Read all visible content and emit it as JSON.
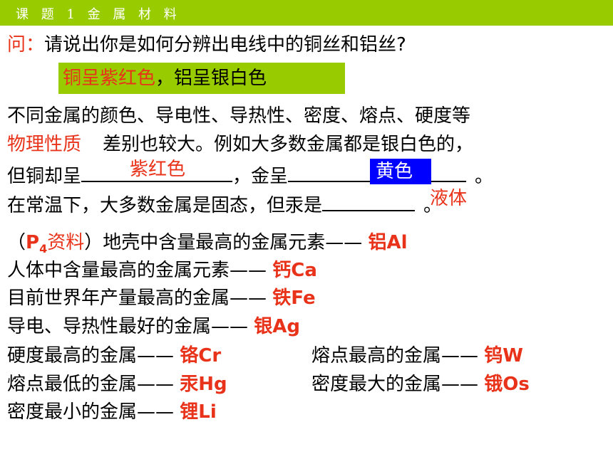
{
  "header": {
    "title": "课 题 1 金 属 材 料"
  },
  "question": {
    "prefix": "问：",
    "text": "请说出你是如何分辨出电线中的铜丝和铝丝?"
  },
  "answer": {
    "red": "铜呈紫红色",
    "rest": "，铝呈银白色"
  },
  "paragraph": {
    "line1": "不同金属的颜色、导电性、导热性、密度、熔点、硬度等",
    "line2_red": "物理性质",
    "line2_rest": "差别也较大。例如大多数金属都是银白色的，",
    "line3_a": "但铜却呈",
    "line3_b": "，金呈",
    "line3_c": "。",
    "line4_a": "在常温下，大多数金属是固态，但汞是",
    "line4_b": "。",
    "fill_copper": "紫红色",
    "fill_gold": "黄色",
    "fill_mercury": "液体"
  },
  "facts": {
    "source_open": "（",
    "source_p": "P",
    "source_sub": "4",
    "source_word": "资料",
    "source_close": "）",
    "crust": {
      "label": "地壳中含量最高的金属元素——",
      "value": "铝Al"
    },
    "body": {
      "label": "人体中含量最高的金属元素——",
      "value": "钙Ca"
    },
    "production": {
      "label": "目前世界年产量最高的金属——",
      "value": "铁Fe"
    },
    "conductivity": {
      "label": "导电、导热性最好的金属——",
      "value": "银Ag"
    },
    "hardest": {
      "label": "硬度最高的金属——",
      "value": "铬Cr"
    },
    "highest_mp": {
      "label": "熔点最高的金属——",
      "value": "钨W"
    },
    "lowest_mp": {
      "label": "熔点最低的金属——",
      "value": "汞Hg"
    },
    "densest": {
      "label": "密度最大的金属——",
      "value": "锇Os"
    },
    "lightest": {
      "label": "密度最小的金属——",
      "value": "锂Li"
    }
  },
  "colors": {
    "green": "#99cc00",
    "red": "#e8331a",
    "blue": "#0000ff"
  }
}
